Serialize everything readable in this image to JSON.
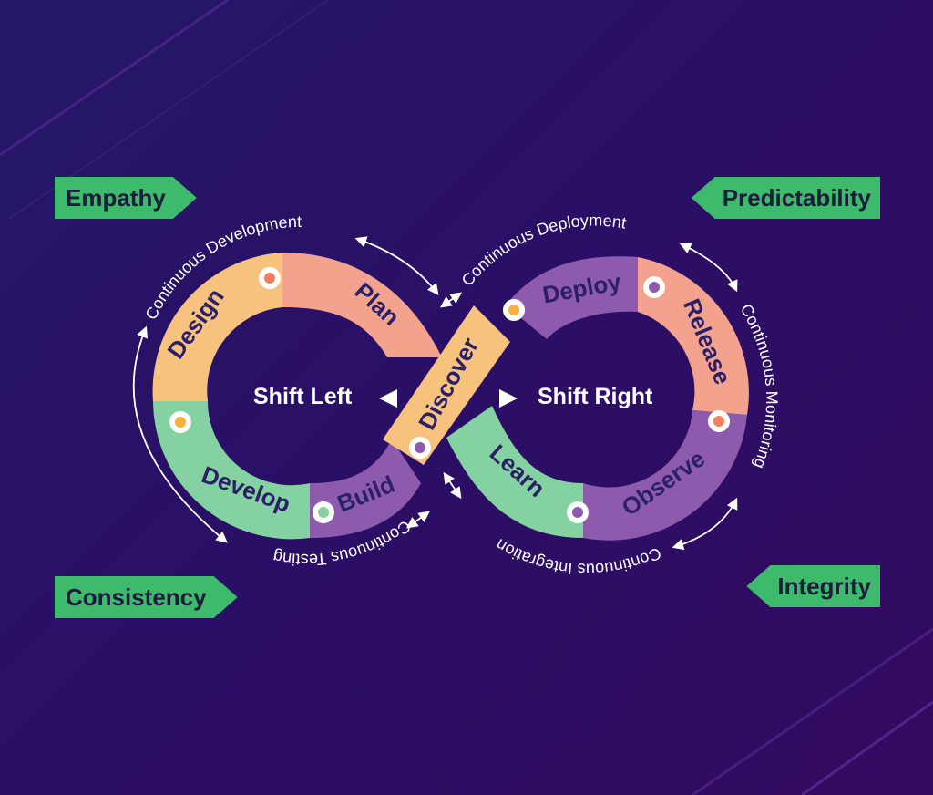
{
  "tags": {
    "empathy": "Empathy",
    "predictability": "Predictability",
    "consistency": "Consistency",
    "integrity": "Integrity"
  },
  "segments": {
    "design": "Design",
    "plan": "Plan",
    "discover": "Discover",
    "develop": "Develop",
    "build": "Build",
    "deploy": "Deploy",
    "release": "Release",
    "learn": "Learn",
    "observe": "Observe"
  },
  "arcs": {
    "continuous_development": "Continuous Development",
    "continuous_deployment": "Continuous Deployment",
    "continuous_monitoring": "Continuous Monitoring",
    "continuous_integration": "Continuous Integration",
    "continuous_testing": "Continuous Testing"
  },
  "center": {
    "shift_left": "Shift Left",
    "shift_right": "Shift Right"
  },
  "colors": {
    "orange": "#f6c27d",
    "salmon": "#f2a28d",
    "green": "#84d1a2",
    "purple": "#8d5aae",
    "tag_green": "#3dba6c",
    "label_navy": "#2b2068"
  }
}
